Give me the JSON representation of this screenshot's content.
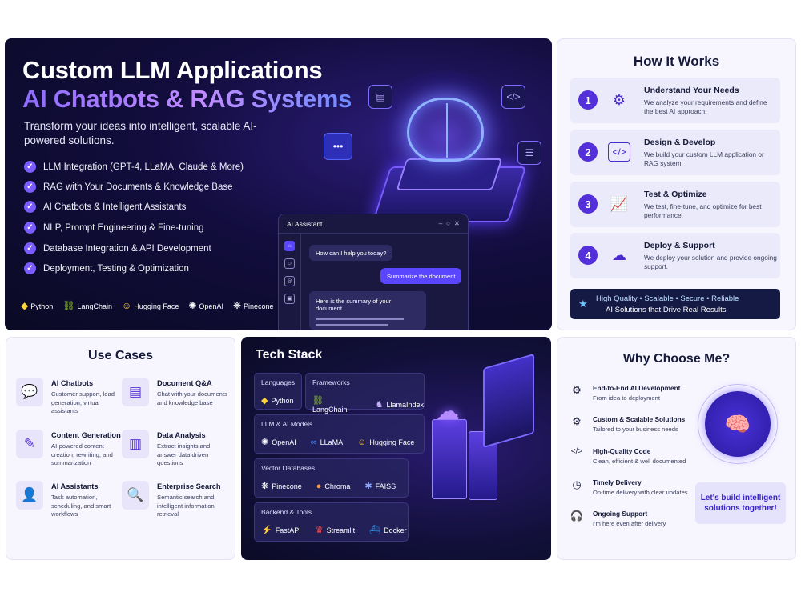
{
  "hero": {
    "title_line1": "Custom LLM Applications",
    "title_line2": "AI Chatbots & RAG Systems",
    "subtitle": "Transform your ideas into intelligent, scalable AI-powered solutions.",
    "features": [
      "LLM Integration (GPT-4, LLaMA, Claude & More)",
      "RAG with Your Documents & Knowledge Base",
      "AI Chatbots & Intelligent Assistants",
      "NLP, Prompt Engineering & Fine-tuning",
      "Database Integration & API Development",
      "Deployment, Testing & Optimization"
    ],
    "tech": [
      "Python",
      "LangChain",
      "Hugging Face",
      "OpenAI",
      "Pinecone"
    ],
    "assistant": {
      "title": "AI Assistant",
      "question": "How can I help you today?",
      "user_msg": "Summarize the document",
      "reply": "Here is the summary of your document."
    }
  },
  "how": {
    "title": "How It Works",
    "steps": [
      {
        "num": "1",
        "title": "Understand Your Needs",
        "desc": "We analyze your requirements and define the best AI approach."
      },
      {
        "num": "2",
        "title": "Design & Develop",
        "desc": "We build your custom LLM application or RAG system."
      },
      {
        "num": "3",
        "title": "Test & Optimize",
        "desc": "We test, fine-tune, and optimize for best performance."
      },
      {
        "num": "4",
        "title": "Deploy & Support",
        "desc": "We deploy your solution and provide ongoing support."
      }
    ],
    "quality_line1": "High Quality  •  Scalable  •  Secure  •  Reliable",
    "quality_line2": "AI Solutions that Drive Real Results"
  },
  "uses": {
    "title": "Use Cases",
    "items": [
      {
        "title": "AI Chatbots",
        "desc": "Customer support, lead generation, virtual assistants"
      },
      {
        "title": "Document Q&A",
        "desc": "Chat with your documents and knowledge base"
      },
      {
        "title": "Content Generation",
        "desc": "AI-powered content creation, rewriting, and summarization"
      },
      {
        "title": "Data Analysis",
        "desc": "Extract insights and answer data driven questions"
      },
      {
        "title": "AI Assistants",
        "desc": "Task automation, scheduling, and smart workflows"
      },
      {
        "title": "Enterprise Search",
        "desc": "Semantic search and intelligent information retrieval"
      }
    ]
  },
  "tech": {
    "title": "Tech Stack",
    "languages": {
      "label": "Languages",
      "items": [
        "Python"
      ]
    },
    "frameworks": {
      "label": "Frameworks",
      "items": [
        "LangChain",
        "LlamaIndex"
      ]
    },
    "models": {
      "label": "LLM & AI Models",
      "items": [
        "OpenAI",
        "LLaMA",
        "Hugging Face"
      ]
    },
    "vector": {
      "label": "Vector Databases",
      "items": [
        "Pinecone",
        "Chroma",
        "FAISS"
      ]
    },
    "backend": {
      "label": "Backend & Tools",
      "items": [
        "FastAPI",
        "Streamlit",
        "Docker"
      ]
    }
  },
  "why": {
    "title": "Why Choose Me?",
    "items": [
      {
        "title": "End-to-End AI Development",
        "desc": "From idea to deployment"
      },
      {
        "title": "Custom & Scalable Solutions",
        "desc": "Tailored to your business needs"
      },
      {
        "title": "High-Quality Code",
        "desc": "Clean, efficient & well documented"
      },
      {
        "title": "Timely Delivery",
        "desc": "On-time delivery with clear updates"
      },
      {
        "title": "Ongoing Support",
        "desc": "I'm here even after delivery"
      }
    ],
    "cta": "Let's build intelligent solutions together!"
  },
  "colors": {
    "accent": "#5330d9",
    "dark": "#0a0a24",
    "light_panel": "#f7f6fe"
  }
}
